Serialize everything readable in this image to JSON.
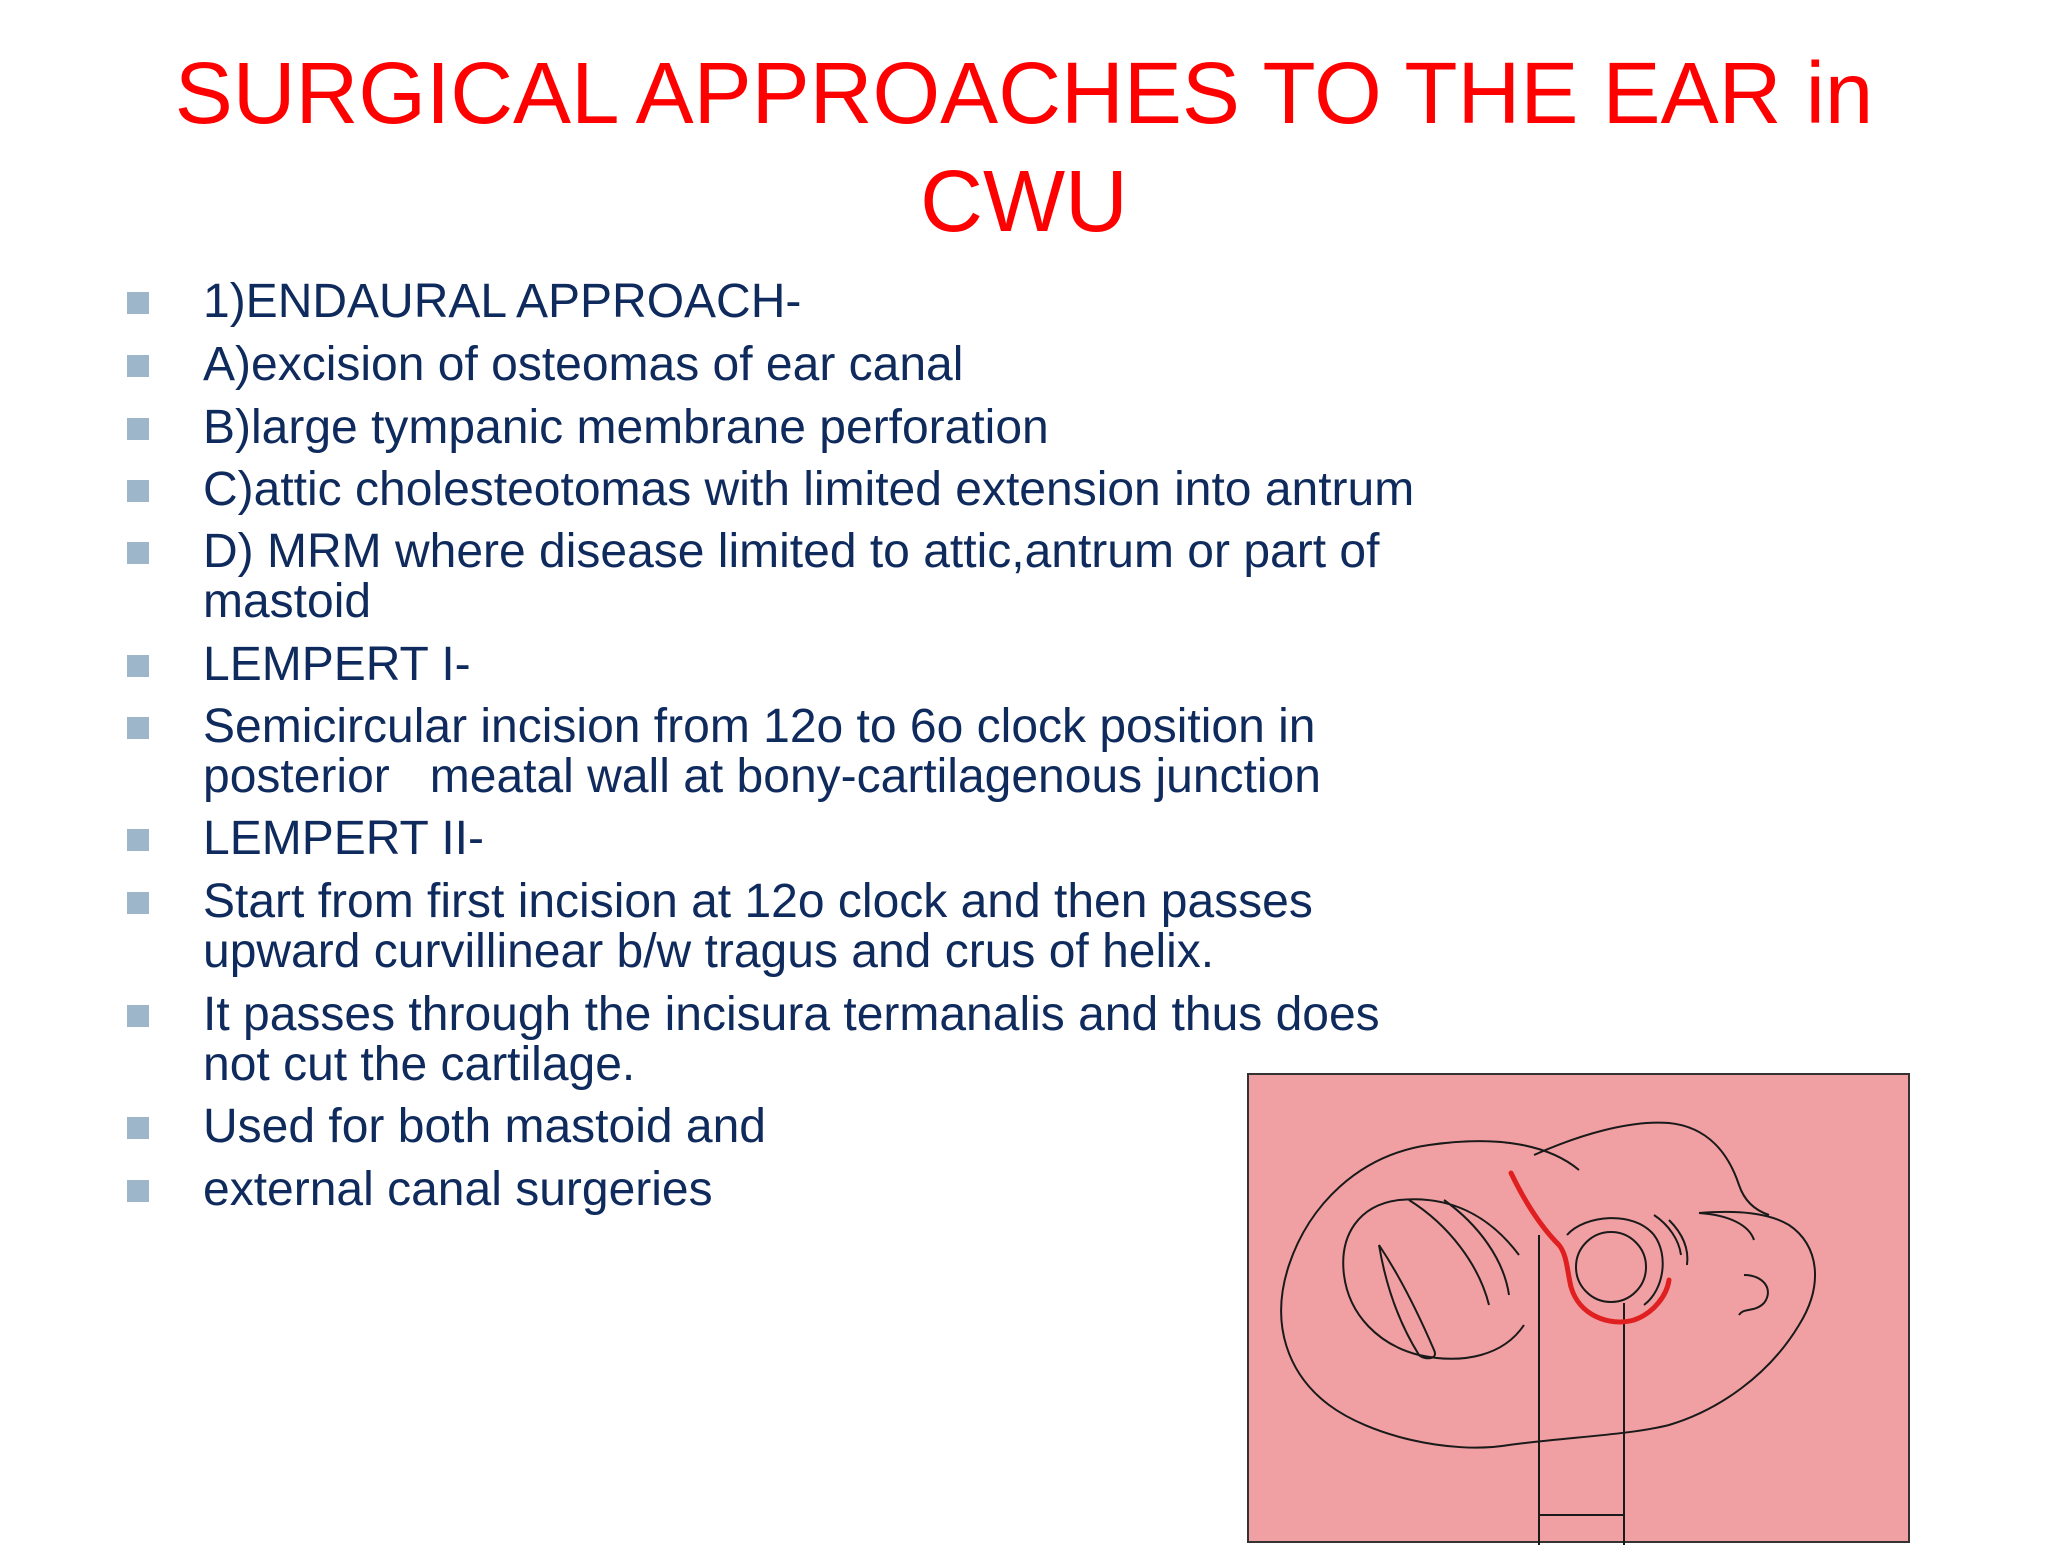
{
  "slide": {
    "title_line1": "SURGICAL APPROACHES TO THE EAR in",
    "title_line2": "CWU",
    "bullets": [
      {
        "text": "1)ENDAURAL APPROACH-"
      },
      {
        "text": "A)excision of osteomas of ear canal"
      },
      {
        "text": "B)large tympanic membrane perforation"
      },
      {
        "text": "C)attic cholesteotomas with limited extension into antrum"
      },
      {
        "text": "D) MRM where disease limited to attic,antrum or part of\nmastoid"
      },
      {
        "text": "LEMPERT I-"
      },
      {
        "text": "Semicircular incision from 12o to 6o clock position in\nposterior   meatal wall at bony-cartilagenous junction"
      },
      {
        "text": "LEMPERT II-"
      },
      {
        "text": "Start from first incision at 12o clock and then passes\nupward curvillinear b/w tragus and crus of helix."
      },
      {
        "text": "It passes through the incisura termanalis and thus does\nnot cut the cartilage."
      },
      {
        "text": "Used for both mastoid and"
      },
      {
        "text": "external canal surgeries"
      }
    ]
  },
  "colors": {
    "title": "#ff0000",
    "body_text": "#0f2a5c",
    "bullet_marker": "#9db6c9",
    "figure_background": "#f0a0a3",
    "incision_line": "#e02020"
  },
  "figure": {
    "icon": "ear-diagram-icon"
  }
}
